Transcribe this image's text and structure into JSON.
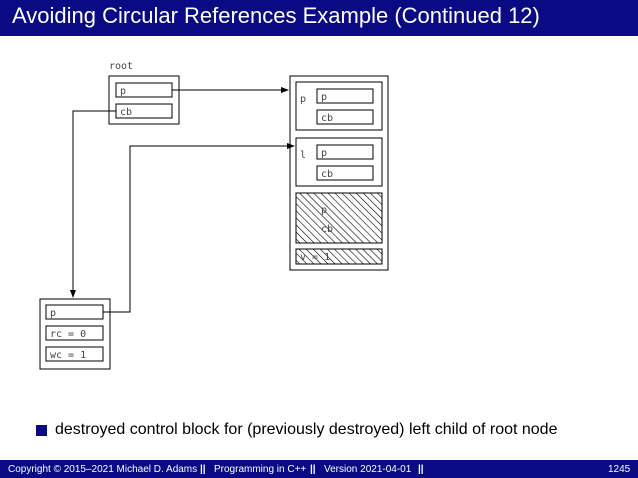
{
  "header": {
    "title": "Avoiding Circular References Example (Continued 12)"
  },
  "diagram": {
    "root_label": "root",
    "root_box": {
      "p": "p",
      "cb": "cb"
    },
    "node_box": {
      "parent_label": "p",
      "parent_p": "p",
      "parent_cb": "cb",
      "left_label": "l",
      "left_p": "p",
      "left_cb": "cb",
      "right_p": "p",
      "right_cb": "cb",
      "value": "v = 1"
    },
    "control_block": {
      "p": "p",
      "rc": "rc = 0",
      "wc": "wc = 1"
    }
  },
  "bullet": {
    "text": "destroyed control block for (previously destroyed) left child of root node"
  },
  "footer": {
    "copyright": "Copyright © 2015–2021 Michael D. Adams",
    "course": "Programming in C++",
    "version": "Version 2021-04-01",
    "page": "1245",
    "separator": "||"
  },
  "colors": {
    "accent": "#0a0a85",
    "line": "#000000",
    "text": "#444444"
  }
}
